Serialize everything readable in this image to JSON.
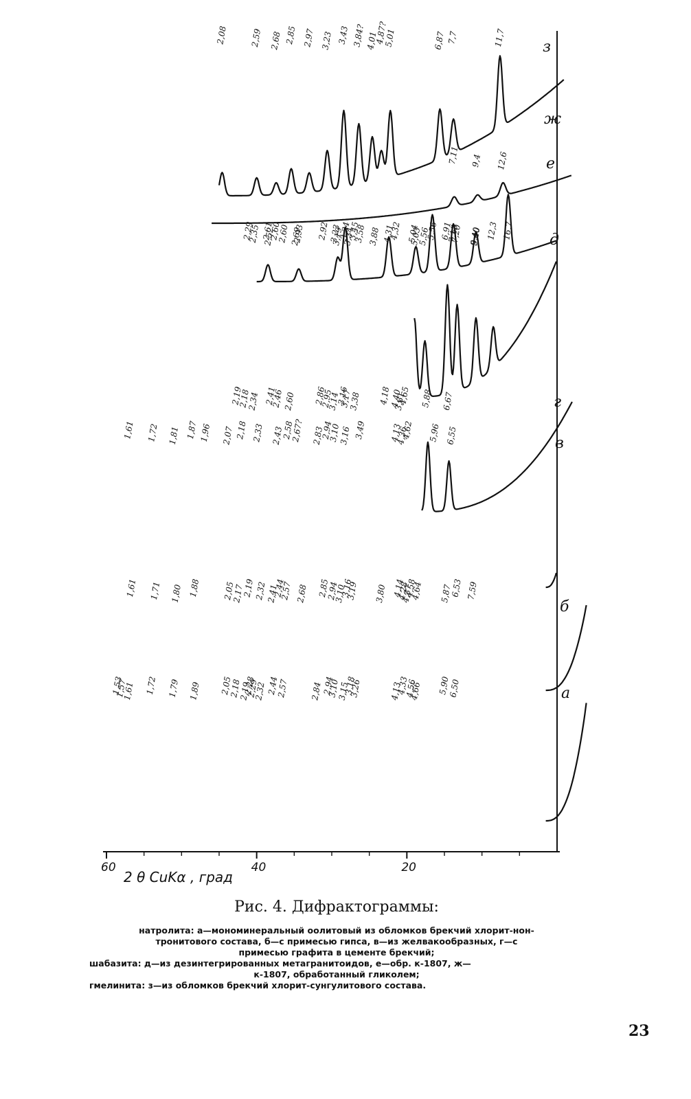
{
  "chart_data": {
    "type": "line",
    "title": "",
    "xlabel": "2 θ CuKα , град",
    "ylabel": "",
    "xlim": [
      60,
      0
    ],
    "x_ticks": [
      {
        "value": 60,
        "label": "60"
      },
      {
        "value": 40,
        "label": "40"
      },
      {
        "value": 20,
        "label": "20"
      }
    ],
    "grid": false,
    "legend": "none",
    "colors": {
      "trace": "#111111"
    },
    "series": [
      {
        "name": "а",
        "peaks": [
          {
            "two_theta": 58.5,
            "d": "1,53"
          },
          {
            "two_theta": 58.0,
            "d": "1,57"
          },
          {
            "two_theta": 57.0,
            "d": "1,61"
          },
          {
            "two_theta": 54.0,
            "d": "1,72"
          },
          {
            "two_theta": 51.0,
            "d": "1,79"
          },
          {
            "two_theta": 48.2,
            "d": "1,89"
          },
          {
            "two_theta": 44.0,
            "d": "2,05"
          },
          {
            "two_theta": 42.8,
            "d": "2,18"
          },
          {
            "two_theta": 41.5,
            "d": "2,19"
          },
          {
            "two_theta": 40.9,
            "d": "2,28"
          },
          {
            "two_theta": 40.5,
            "d": "2,29"
          },
          {
            "two_theta": 39.5,
            "d": "2,32"
          },
          {
            "two_theta": 37.8,
            "d": "2,44"
          },
          {
            "two_theta": 36.5,
            "d": "2,57"
          },
          {
            "two_theta": 32.0,
            "d": "2,84"
          },
          {
            "two_theta": 30.4,
            "d": "2,94"
          },
          {
            "two_theta": 29.7,
            "d": "3,10"
          },
          {
            "two_theta": 28.4,
            "d": "3,15"
          },
          {
            "two_theta": 27.5,
            "d": "3,18"
          },
          {
            "two_theta": 26.8,
            "d": "3,26"
          },
          {
            "two_theta": 21.4,
            "d": "4,13"
          },
          {
            "two_theta": 20.5,
            "d": "4,33"
          },
          {
            "two_theta": 19.4,
            "d": "4,56"
          },
          {
            "two_theta": 18.8,
            "d": "4,66"
          },
          {
            "two_theta": 15.0,
            "d": "5,90"
          },
          {
            "two_theta": 13.6,
            "d": "6,50"
          }
        ]
      },
      {
        "name": "б",
        "peaks": [
          {
            "two_theta": 57.0,
            "d": "1,61"
          },
          {
            "two_theta": 53.8,
            "d": "1,71"
          },
          {
            "two_theta": 51.0,
            "d": "1,80"
          },
          {
            "two_theta": 48.6,
            "d": "1,88"
          },
          {
            "two_theta": 44.0,
            "d": "2,05"
          },
          {
            "two_theta": 42.8,
            "d": "2,17"
          },
          {
            "two_theta": 41.4,
            "d": "2,19"
          },
          {
            "two_theta": 39.8,
            "d": "2,32"
          },
          {
            "two_theta": 38.2,
            "d": "2,41"
          },
          {
            "two_theta": 37.3,
            "d": "2,44"
          },
          {
            "two_theta": 36.4,
            "d": "2,57"
          },
          {
            "two_theta": 34.3,
            "d": "2,68"
          },
          {
            "two_theta": 31.4,
            "d": "2,85"
          },
          {
            "two_theta": 30.2,
            "d": "2,94"
          },
          {
            "two_theta": 29.2,
            "d": "3,10"
          },
          {
            "two_theta": 28.3,
            "d": "3,16"
          },
          {
            "two_theta": 27.6,
            "d": "3,19"
          },
          {
            "two_theta": 23.8,
            "d": "3,80"
          },
          {
            "two_theta": 21.4,
            "d": "4,14"
          },
          {
            "two_theta": 20.8,
            "d": "4,28"
          },
          {
            "two_theta": 20.3,
            "d": "4,37"
          },
          {
            "two_theta": 19.8,
            "d": "4,58"
          },
          {
            "two_theta": 19.0,
            "d": "4,64"
          },
          {
            "two_theta": 15.1,
            "d": "5,87"
          },
          {
            "two_theta": 13.7,
            "d": "6,53"
          },
          {
            "two_theta": 11.6,
            "d": "7,59"
          }
        ]
      },
      {
        "name": "в",
        "peaks": [
          {
            "two_theta": 57.0,
            "d": "1,61"
          },
          {
            "two_theta": 53.8,
            "d": "1,72"
          },
          {
            "two_theta": 51.0,
            "d": "1,81"
          },
          {
            "two_theta": 48.6,
            "d": "1,87"
          },
          {
            "two_theta": 46.8,
            "d": "1,96"
          },
          {
            "two_theta": 43.8,
            "d": "2,07"
          },
          {
            "two_theta": 42.0,
            "d": "2,18"
          },
          {
            "two_theta": 39.8,
            "d": "2,33"
          },
          {
            "two_theta": 37.2,
            "d": "2,43"
          },
          {
            "two_theta": 35.8,
            "d": "2,58"
          },
          {
            "two_theta": 34.6,
            "d": "2,67?"
          },
          {
            "two_theta": 31.8,
            "d": "2,83"
          },
          {
            "two_theta": 30.6,
            "d": "2,94"
          },
          {
            "two_theta": 29.6,
            "d": "3,10"
          },
          {
            "two_theta": 28.2,
            "d": "3,16"
          },
          {
            "two_theta": 26.2,
            "d": "3,49"
          },
          {
            "two_theta": 21.4,
            "d": "4,13"
          },
          {
            "two_theta": 20.6,
            "d": "4,36"
          },
          {
            "two_theta": 19.9,
            "d": "4,62"
          },
          {
            "two_theta": 16.3,
            "d": "5,96"
          },
          {
            "two_theta": 14.0,
            "d": "6,55"
          }
        ]
      },
      {
        "name": "г",
        "peaks": [
          {
            "two_theta": 42.5,
            "d": "2,19"
          },
          {
            "two_theta": 41.5,
            "d": "2,18"
          },
          {
            "two_theta": 40.3,
            "d": "2,34"
          },
          {
            "two_theta": 38.0,
            "d": "2,41"
          },
          {
            "two_theta": 37.1,
            "d": "2,46"
          },
          {
            "two_theta": 35.5,
            "d": "2,60"
          },
          {
            "two_theta": 31.4,
            "d": "2,86"
          },
          {
            "two_theta": 30.5,
            "d": "2,95"
          },
          {
            "two_theta": 29.6,
            "d": "3,14"
          },
          {
            "two_theta": 28.4,
            "d": "3,16"
          },
          {
            "two_theta": 28.0,
            "d": "3,17"
          },
          {
            "two_theta": 26.8,
            "d": "3,38"
          },
          {
            "two_theta": 22.8,
            "d": "4,18"
          },
          {
            "two_theta": 21.3,
            "d": "4,40"
          },
          {
            "two_theta": 20.8,
            "d": "3,61"
          },
          {
            "two_theta": 20.2,
            "d": "4,65"
          },
          {
            "two_theta": 17.2,
            "d": "5,88"
          },
          {
            "two_theta": 14.4,
            "d": "6,67"
          }
        ]
      },
      {
        "name": "д",
        "peaks": [
          {
            "two_theta": 41.0,
            "d": "2,29"
          },
          {
            "two_theta": 40.2,
            "d": "2,35"
          },
          {
            "two_theta": 38.2,
            "d": "2,52"
          },
          {
            "two_theta": 37.4,
            "d": "2,60"
          },
          {
            "two_theta": 36.3,
            "d": "2,60"
          },
          {
            "two_theta": 34.6,
            "d": "2,69"
          },
          {
            "two_theta": 31.0,
            "d": "2,92"
          },
          {
            "two_theta": 29.4,
            "d": "3,23"
          },
          {
            "two_theta": 27.6,
            "d": "3,34"
          },
          {
            "two_theta": 26.9,
            "d": "3,45"
          },
          {
            "two_theta": 26.1,
            "d": "3,58"
          },
          {
            "two_theta": 24.2,
            "d": "3,88"
          },
          {
            "two_theta": 21.4,
            "d": "4,32"
          },
          {
            "two_theta": 19.0,
            "d": "5,04"
          },
          {
            "two_theta": 17.6,
            "d": "5,56"
          },
          {
            "two_theta": 14.6,
            "d": "6,91"
          },
          {
            "two_theta": 13.3,
            "d": "7,20"
          },
          {
            "two_theta": 10.8,
            "d": "9,40"
          },
          {
            "two_theta": 8.5,
            "d": "12,3"
          }
        ]
      },
      {
        "name": "е",
        "peaks": [
          {
            "two_theta": 13.7,
            "d": "7,11"
          },
          {
            "two_theta": 10.6,
            "d": "9,4"
          },
          {
            "two_theta": 7.2,
            "d": "12,6"
          }
        ]
      },
      {
        "name": "ж",
        "peaks": [
          {
            "two_theta": 38.5,
            "d": "2,61"
          },
          {
            "two_theta": 34.4,
            "d": "2,93"
          },
          {
            "two_theta": 29.2,
            "d": "3,19"
          },
          {
            "two_theta": 28.2,
            "d": "3,34"
          },
          {
            "two_theta": 22.4,
            "d": "4,31"
          },
          {
            "two_theta": 18.8,
            "d": "5,03"
          },
          {
            "two_theta": 16.6,
            "d": "5,56"
          },
          {
            "two_theta": 13.8,
            "d": "7,13"
          },
          {
            "two_theta": 10.8,
            "d": "9,40"
          },
          {
            "two_theta": 6.5,
            "d": "16,7"
          }
        ]
      },
      {
        "name": "з",
        "peaks": [
          {
            "two_theta": 44.6,
            "d": "2,08"
          },
          {
            "two_theta": 40.0,
            "d": "2,59"
          },
          {
            "two_theta": 37.4,
            "d": "2,68"
          },
          {
            "two_theta": 35.4,
            "d": "2,85"
          },
          {
            "two_theta": 33.0,
            "d": "2,97"
          },
          {
            "two_theta": 30.6,
            "d": "3,23"
          },
          {
            "two_theta": 28.4,
            "d": "3,43"
          },
          {
            "two_theta": 26.4,
            "d": "3,84?"
          },
          {
            "two_theta": 24.6,
            "d": "4,01"
          },
          {
            "two_theta": 23.4,
            "d": "4,87?"
          },
          {
            "two_theta": 22.2,
            "d": "5,01"
          },
          {
            "two_theta": 15.6,
            "d": "6,87"
          },
          {
            "two_theta": 13.8,
            "d": "7,7"
          },
          {
            "two_theta": 7.6,
            "d": "11,7"
          }
        ]
      }
    ]
  },
  "caption": {
    "title": "Рис. 4. Дифрактограммы:",
    "lines": [
      "натролита: а—мономинеральный оолитовый из обломков брекчий хлорит-нон-",
      "тронитового состава, б—с примесью гипса, в—из желвакообразных, г—с",
      "примесью графита в цементе брекчий;",
      "шабазита: д—из дезинтегрированных метагранитоидов, е—обр. к-1807, ж—",
      "к-1807, обработанный гликолем;",
      "гмелинита: з—из обломков брекчий хлорит-сунгулитового состава."
    ]
  },
  "page_number": "23"
}
